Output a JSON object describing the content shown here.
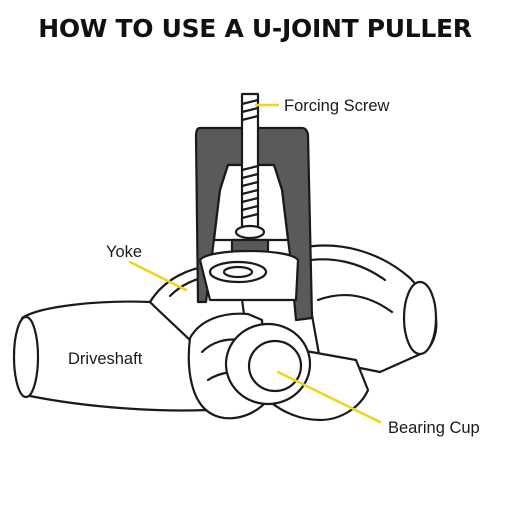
{
  "title": "HOW TO USE A U-JOINT PULLER",
  "labels": {
    "forcing_screw": "Forcing Screw",
    "yoke": "Yoke",
    "driveshaft": "Driveshaft",
    "bearing_cup": "Bearing Cup"
  },
  "colors": {
    "leader_line": "#f2d21b",
    "puller_body": "#5a5a5a",
    "outline": "#1a1a1a"
  }
}
